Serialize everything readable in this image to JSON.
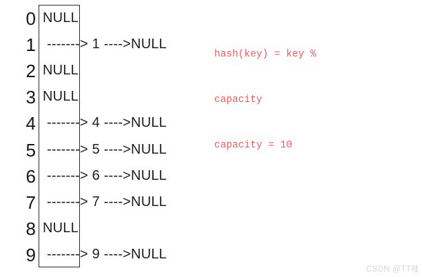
{
  "diagram": {
    "type": "hash-table-with-chaining",
    "capacity": 10
  },
  "hash_table": {
    "rows": [
      {
        "index": "0",
        "value": "NULL"
      },
      {
        "index": "1",
        "value": "-------> 1 ---->NULL"
      },
      {
        "index": "2",
        "value": "NULL"
      },
      {
        "index": "3",
        "value": "NULL"
      },
      {
        "index": "4",
        "value": "-------> 4 ---->NULL"
      },
      {
        "index": "5",
        "value": "-------> 5 ---->NULL"
      },
      {
        "index": "6",
        "value": "-------> 6 ---->NULL"
      },
      {
        "index": "7",
        "value": "-------> 7 ---->NULL"
      },
      {
        "index": "8",
        "value": "NULL"
      },
      {
        "index": "9",
        "value": "-------> 9 ---->NULL"
      }
    ]
  },
  "annotation": {
    "line1": "hash(key) = key %",
    "line2": "capacity",
    "line3": "capacity = 10",
    "color": "#f85a5a"
  },
  "watermark": {
    "text": "CSDN @TT哇",
    "color": "#d5d5d5"
  },
  "colors": {
    "background": "#ffffff",
    "text": "#1e1e1e",
    "box_border": "#2b2b2b"
  }
}
